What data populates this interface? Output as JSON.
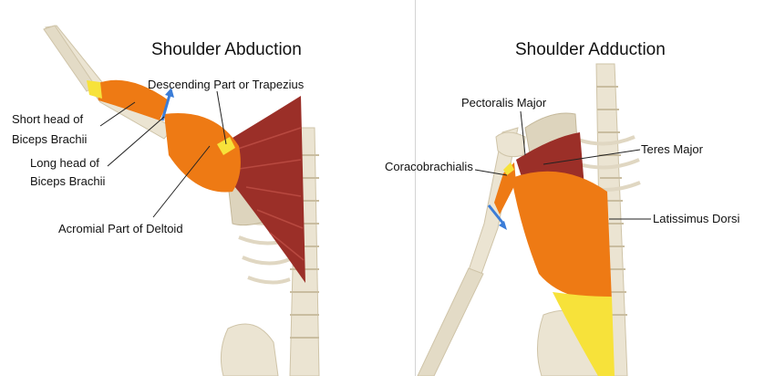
{
  "left_panel": {
    "title": "Shoulder Abduction",
    "labels": {
      "trapezius": "Descending Part or Trapezius",
      "short_head_line1": "Short head of",
      "short_head_line2": "Biceps Brachii",
      "long_head_line1": "Long head of",
      "long_head_line2": "Biceps Brachii",
      "deltoid": "Acromial Part of Deltoid"
    }
  },
  "right_panel": {
    "title": "Shoulder Adduction",
    "labels": {
      "pectoralis": "Pectoralis Major",
      "teres": "Teres Major",
      "coracobrachialis": "Coracobrachialis",
      "latissimus": "Latissimus Dorsi"
    }
  },
  "colors": {
    "bone": "#ebe4d2",
    "bone_shade": "#cfc4a8",
    "muscle_red": "#9b2f28",
    "muscle_orange": "#ee7a14",
    "muscle_yellow": "#f7e23a",
    "arrow": "#3b7dd8",
    "leader": "#222222"
  }
}
